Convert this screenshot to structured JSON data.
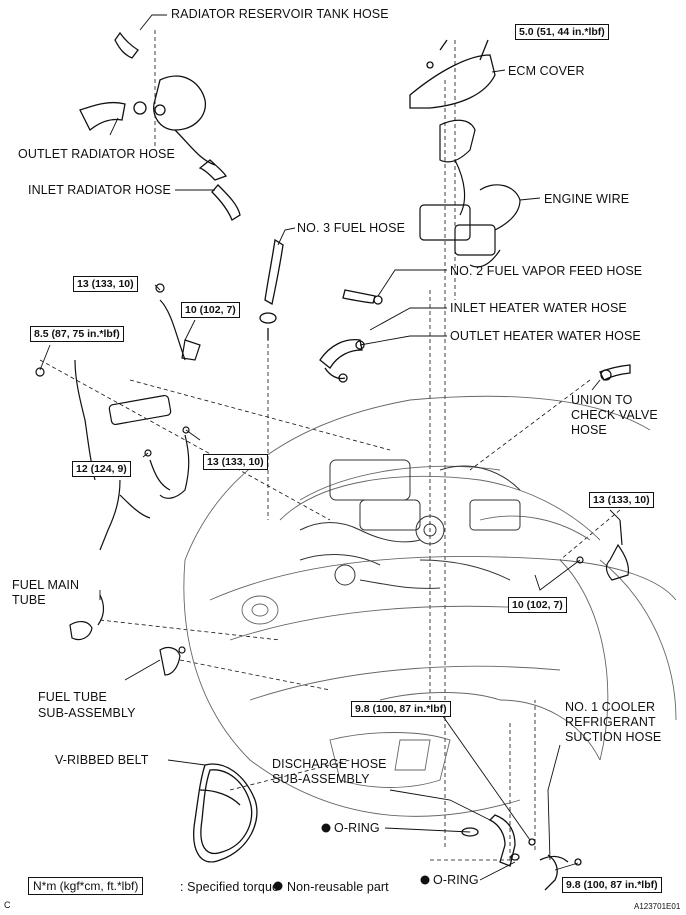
{
  "labels": {
    "radiator_reservoir": "RADIATOR RESERVOIR TANK HOSE",
    "ecm_cover": "ECM COVER",
    "outlet_radiator": "OUTLET RADIATOR HOSE",
    "inlet_radiator": "INLET RADIATOR HOSE",
    "engine_wire": "ENGINE WIRE",
    "no3_fuel": "NO. 3 FUEL HOSE",
    "no2_vapor": "NO. 2 FUEL VAPOR FEED HOSE",
    "inlet_heater": "INLET HEATER WATER HOSE",
    "outlet_heater": "OUTLET HEATER WATER HOSE",
    "union_1": "UNION TO",
    "union_2": "CHECK VALVE",
    "union_3": "HOSE",
    "fuel_main_1": "FUEL MAIN",
    "fuel_main_2": "TUBE",
    "fuel_tube_1": "FUEL TUBE",
    "fuel_tube_2": "SUB-ASSEMBLY",
    "cooler_1": "NO. 1 COOLER",
    "cooler_2": "REFRIGERANT",
    "cooler_3": "SUCTION HOSE",
    "vribbed": "V-RIBBED BELT",
    "discharge_1": "DISCHARGE HOSE",
    "discharge_2": "SUB-ASSEMBLY",
    "oring_1": "O-RING",
    "oring_2": "O-RING"
  },
  "torque": {
    "t_ecm": "5.0 (51, 44 in.*lbf)",
    "t_13a": "13 (133, 10)",
    "t_10a": "10 (102, 7)",
    "t_85": "8.5 (87, 75 in.*lbf)",
    "t_12": "12 (124, 9)",
    "t_13b": "13 (133, 10)",
    "t_13c": "13 (133, 10)",
    "t_10b": "10 (102, 7)",
    "t_98a": "9.8 (100, 87 in.*lbf)",
    "t_98b": "9.8 (100, 87 in.*lbf)"
  },
  "legend": {
    "unit_box": "N*m (kgf*cm, ft.*lbf)",
    "unit_text": ": Specified torque",
    "nonreusable": "Non-reusable part"
  },
  "corner_left": "C",
  "figure_id": "A123701E01"
}
